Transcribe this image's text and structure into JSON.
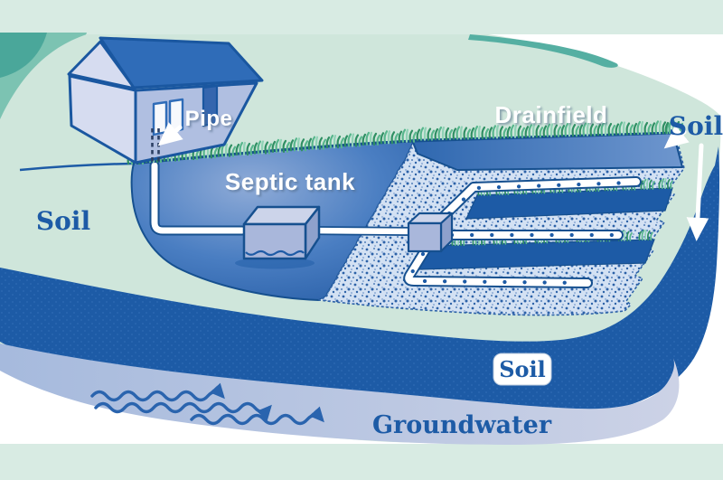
{
  "labels": {
    "pipe": "Pipe",
    "septic_tank": "Septic tank",
    "drainfield": "Drainfield",
    "soil_left": "Soil",
    "soil_right": "Soil",
    "soil_boxed": "Soil",
    "groundwater": "Groundwater"
  },
  "colors": {
    "background": "#ffffff",
    "strip_green": "#d8ebe3",
    "soil_green": "#cfe6db",
    "teal_light": "#7cc3b2",
    "teal_dark": "#4aa79a",
    "teal_crescent": "#55afa2",
    "deep_blue": "#1d5ba6",
    "outline_blue": "#16508f",
    "gravel_dot": "#2d62a8",
    "wave_blue": "#2a64ae",
    "roof_blue": "#2f6cb8",
    "wall_light": "#d6dcf0",
    "wall_mid": "#b0bfe1",
    "door_blue": "#3566ae",
    "tank_top": "#ccd4ea",
    "tank_front": "#a9b7db",
    "tank_side": "#8ea1cc",
    "groundwater_left": "#a6badd",
    "groundwater_right": "#ccd2e6",
    "grass_dark": "#2f8f63",
    "grass_mid": "#57b68c",
    "grass_light": "#8fd2b5",
    "label_white": "#ffffff",
    "label_blue": "#1d5ba6"
  }
}
